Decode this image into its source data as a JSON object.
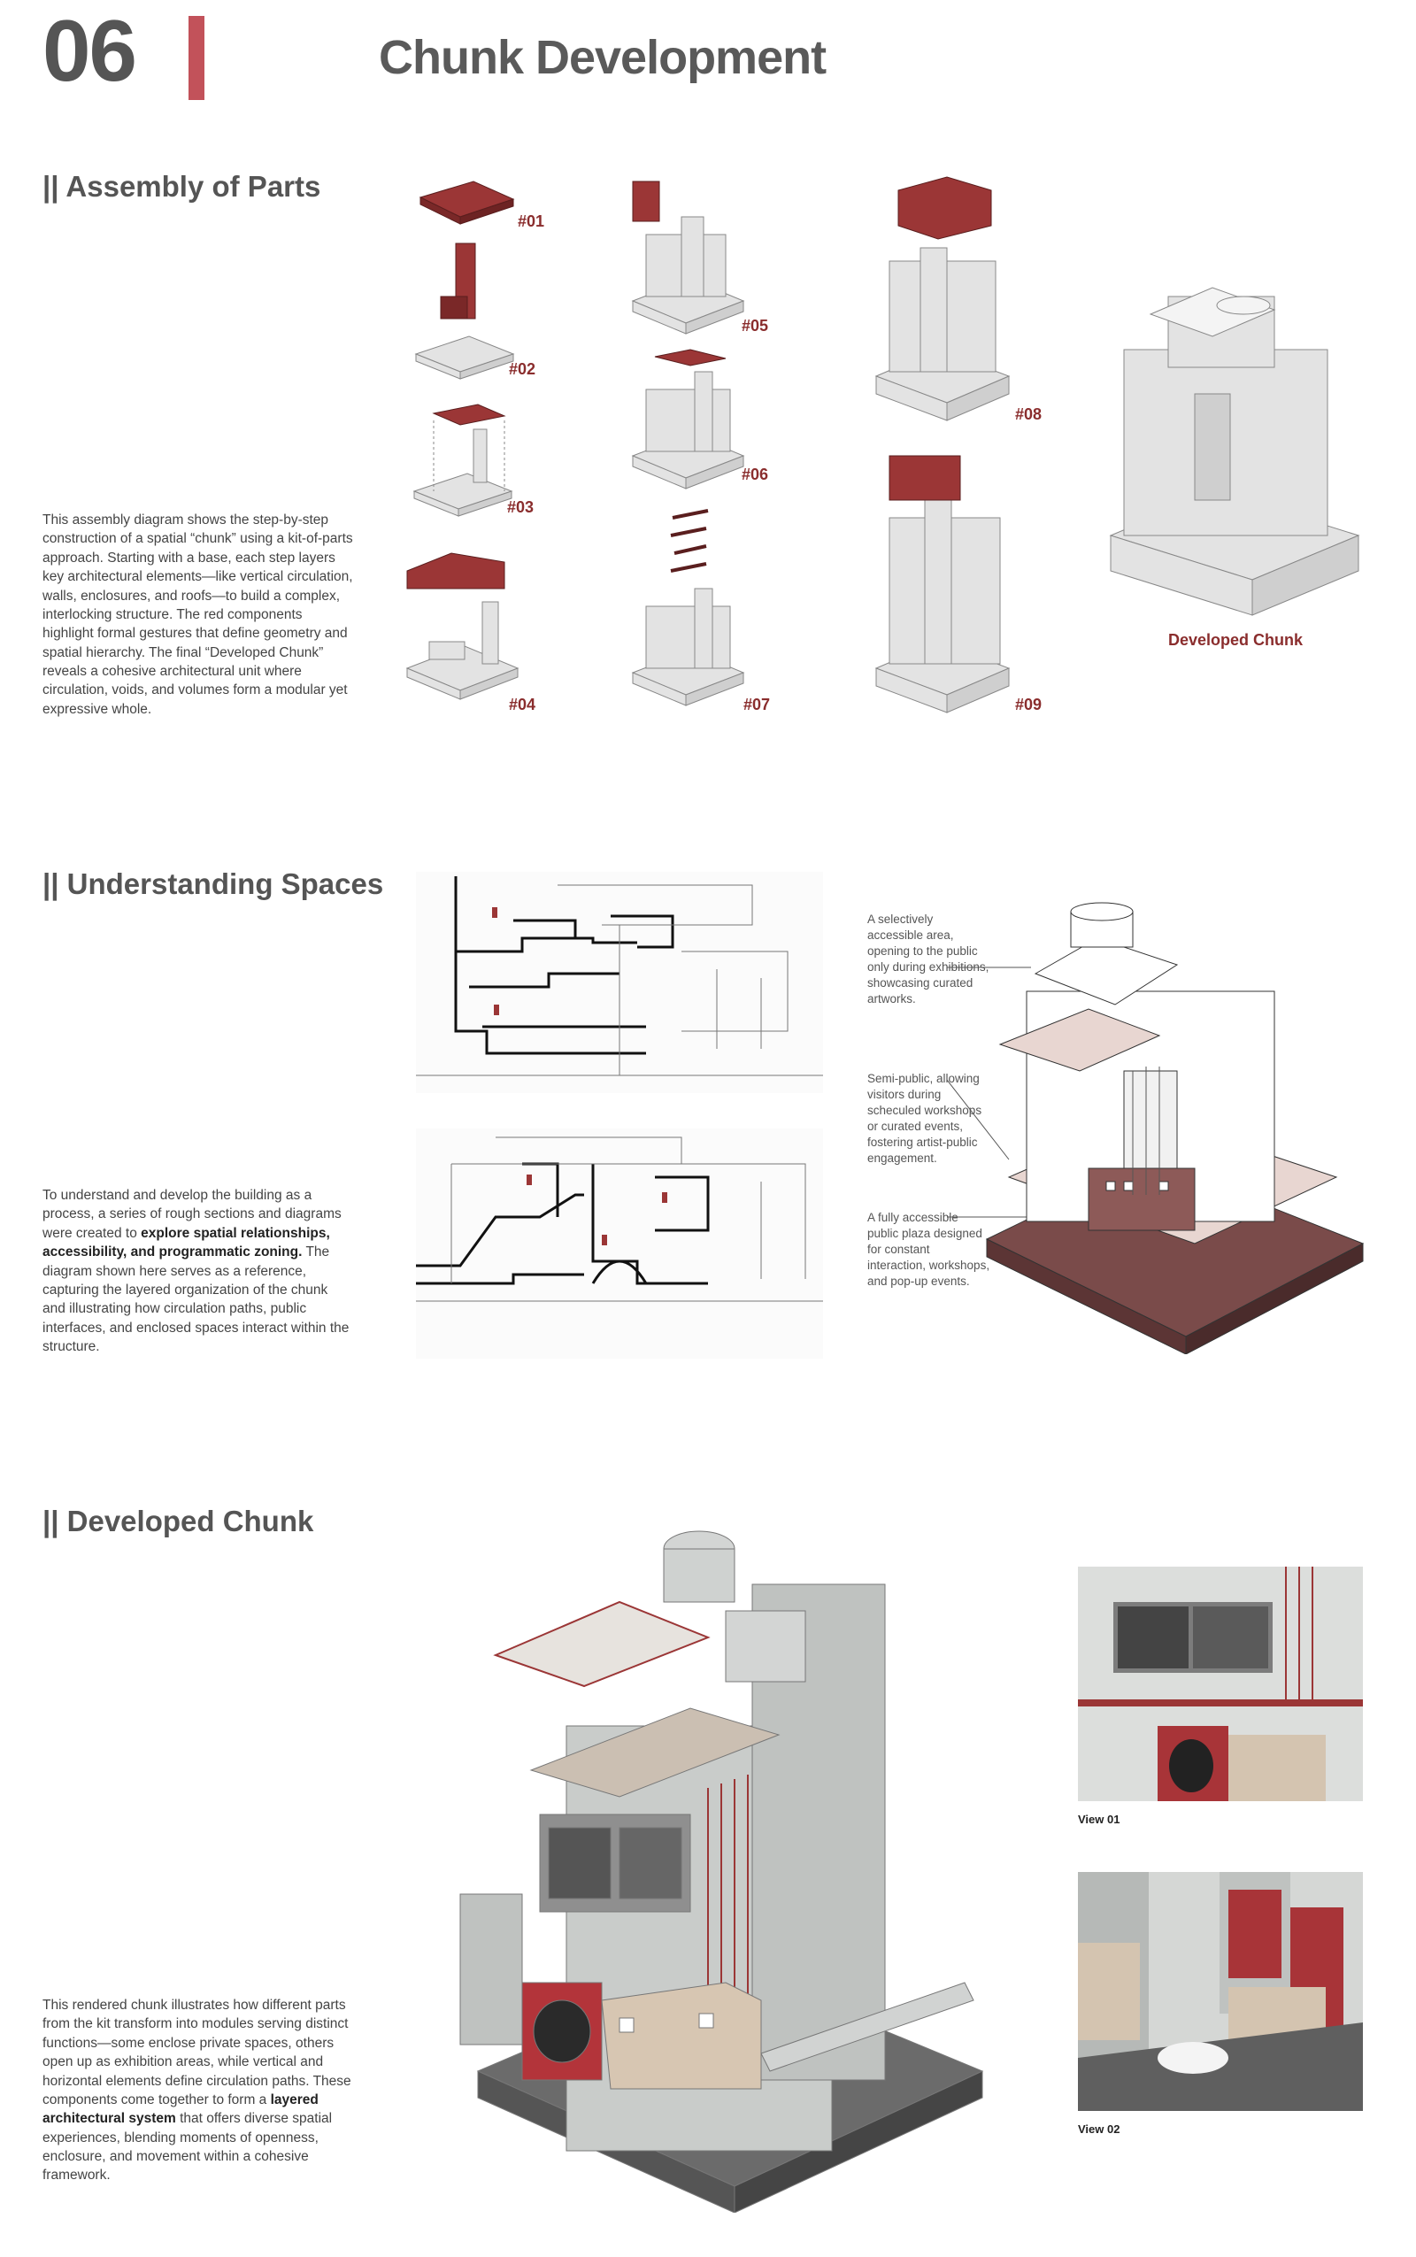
{
  "header": {
    "number": "06",
    "title": "Chunk Development"
  },
  "colors": {
    "accent": "#c2525a",
    "part_red": "#9b3636",
    "grey": "#d9d9d9"
  },
  "section1": {
    "heading": "|| Assembly of Parts",
    "description": "This assembly diagram shows the step-by-step construction of a spatial “chunk” using a kit-of-parts approach. Starting with a base, each step layers key architectural elements—like vertical circulation, walls, enclosures, and roofs—to build a complex, interlocking structure. The red components highlight formal gestures that define geometry and spatial hierarchy. The final “Developed Chunk” reveals a cohesive architectural unit where circulation, voids, and volumes form a modular yet expressive whole.",
    "steps": [
      "#01",
      "#02",
      "#03",
      "#04",
      "#05",
      "#06",
      "#07",
      "#08",
      "#09"
    ],
    "final_label": "Developed Chunk"
  },
  "section2": {
    "heading": "|| Understanding Spaces",
    "desc_pre": "To understand and develop the building as a process, a series of rough sections and diagrams were created to ",
    "desc_bold": "explore spatial relationships, accessibility, and programmatic zoning.",
    "desc_post": " The diagram shown here serves as a reference, capturing the layered organization of the chunk and illustrating how circulation paths, public interfaces, and enclosed spaces interact within the structure.",
    "notes": [
      "A selectively accessible area, opening to the public only during exhibitions, showcasing curated artworks.",
      "Semi-public, allowing visitors during scheculed workshops or curated events, fostering artist-public engagement.",
      "A fully accessible public plaza designed for constant interaction, workshops, and pop-up events."
    ]
  },
  "section3": {
    "heading": "|| Developed  Chunk",
    "desc_pre": "This rendered chunk illustrates how different parts from the kit transform into modules serving distinct functions—some enclose private spaces, others open up as exhibition areas, while vertical and horizontal elements define circulation paths. These components come together to form a ",
    "desc_bold": "layered architectural system",
    "desc_post": " that offers diverse spatial experiences, blending moments of openness, enclosure, and movement within a cohesive framework.",
    "views": [
      "View 01",
      "View 02"
    ]
  }
}
